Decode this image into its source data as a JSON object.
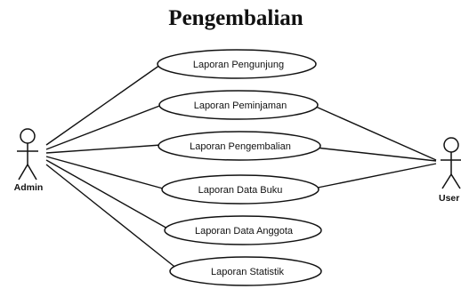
{
  "diagram": {
    "title": "Pengembalian",
    "actors": {
      "admin": {
        "label": "Admin"
      },
      "user": {
        "label": "User"
      }
    },
    "use_cases": [
      {
        "id": "pengunjung",
        "label": "Laporan Pengunjung",
        "actors": [
          "admin"
        ]
      },
      {
        "id": "peminjaman",
        "label": "Laporan Peminjaman",
        "actors": [
          "admin",
          "user"
        ]
      },
      {
        "id": "pengembalian",
        "label": "Laporan Pengembalian",
        "actors": [
          "admin",
          "user"
        ]
      },
      {
        "id": "data-buku",
        "label": "Laporan Data Buku",
        "actors": [
          "admin",
          "user"
        ]
      },
      {
        "id": "data-anggota",
        "label": "Laporan Data Anggota",
        "actors": [
          "admin"
        ]
      },
      {
        "id": "statistik",
        "label": "Laporan Statistik",
        "actors": [
          "admin"
        ]
      }
    ]
  }
}
